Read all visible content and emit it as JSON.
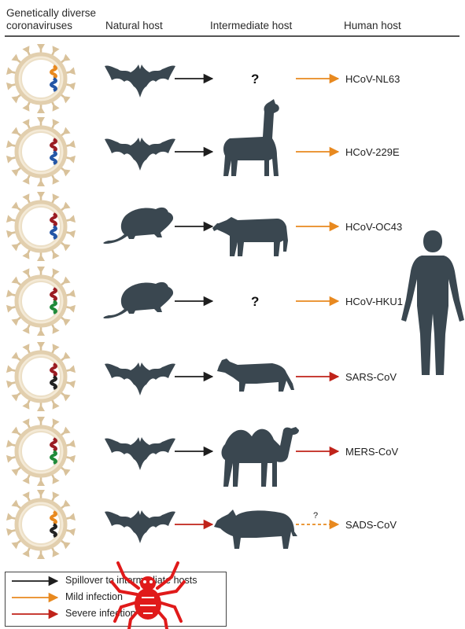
{
  "headers": {
    "col1": "Genetically diverse coronaviruses",
    "col1_line1": "Genetically diverse",
    "col1_line2": "coronaviruses",
    "col2": "Natural host",
    "col3": "Intermediate host",
    "col4": "Human host"
  },
  "rows": [
    {
      "natural": "bat",
      "intermediate": "?",
      "virus": "HCoV-NL63",
      "arrow2": "orange",
      "gene_colors": [
        "#e8891f",
        "#2456a6"
      ]
    },
    {
      "natural": "bat",
      "intermediate": "alpaca",
      "virus": "HCoV-229E",
      "arrow2": "orange",
      "gene_colors": [
        "#9b1c23",
        "#2456a6"
      ]
    },
    {
      "natural": "rodent",
      "intermediate": "cow",
      "virus": "HCoV-OC43",
      "arrow2": "orange",
      "gene_colors": [
        "#9b1c23",
        "#2456a6"
      ]
    },
    {
      "natural": "rodent",
      "intermediate": "?",
      "virus": "HCoV-HKU1",
      "arrow2": "orange",
      "gene_colors": [
        "#9b1c23",
        "#1f8a3a"
      ]
    },
    {
      "natural": "bat",
      "intermediate": "civet",
      "virus": "SARS-CoV",
      "arrow2": "red",
      "gene_colors": [
        "#9b1c23",
        "#222222"
      ]
    },
    {
      "natural": "bat",
      "intermediate": "camel",
      "virus": "MERS-CoV",
      "arrow2": "red",
      "gene_colors": [
        "#9b1c23",
        "#1f8a3a"
      ]
    },
    {
      "natural": "bat",
      "intermediate": "pig",
      "virus": "SADS-CoV",
      "arrow2": "orange-dashed",
      "arrow1": "red",
      "arrow2_note": "?",
      "gene_colors": [
        "#e8891f",
        "#222222"
      ]
    }
  ],
  "legend": {
    "items": [
      {
        "label": "Spillover to intermediate hosts",
        "color": "#1e1e1e"
      },
      {
        "label": "Mild infection",
        "color": "#e8891f"
      },
      {
        "label": "Severe infection",
        "color": "#c0231a"
      }
    ]
  },
  "colors": {
    "silhouette": "#3a4750",
    "virus_ring": "#e8d9bd",
    "virus_spike": "#d9c29b",
    "black_arrow": "#1e1e1e",
    "orange_arrow": "#e8891f",
    "red_arrow": "#c0231a",
    "spider": "#e01a1a"
  }
}
